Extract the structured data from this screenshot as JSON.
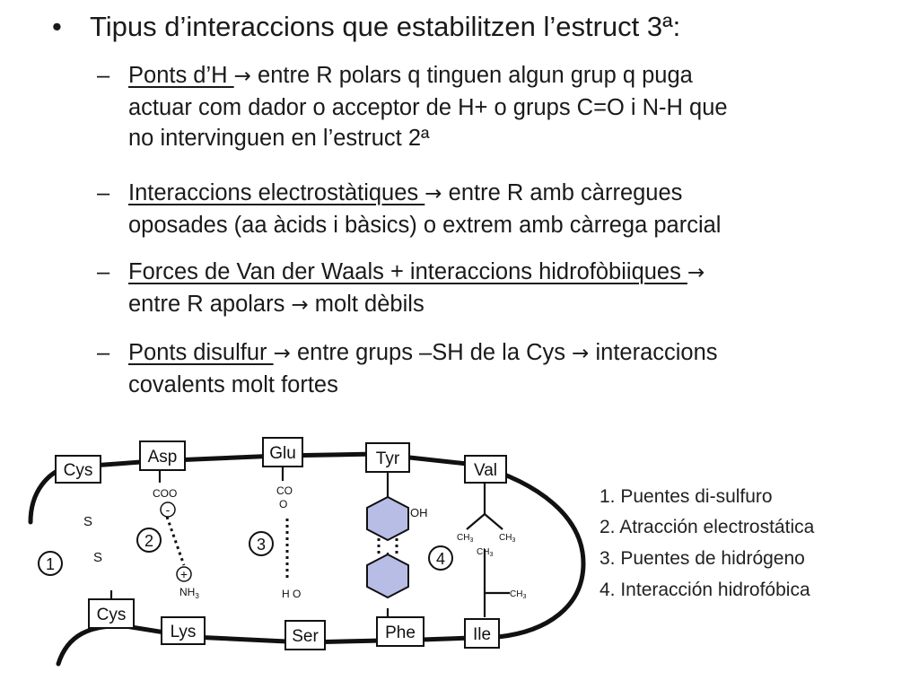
{
  "heading": "Tipus d’interaccions que estabilitzen l’estruct 3ª:",
  "bullet_glyph": "•",
  "dash_glyph": "–",
  "arrow_glyph": "→",
  "items": [
    {
      "term": "Ponts d’H ",
      "rest1": " entre R polars q tinguen algun grup q puga",
      "rest2": "actuar com dador o acceptor de H+ o grups C=O i N-H que",
      "rest3": "no intervinguen en l’estruct 2ª"
    },
    {
      "term": "Interaccions electrostàtiques ",
      "rest1": "  entre R amb càrregues",
      "rest2": "oposades (aa àcids i bàsics) o extrem amb càrrega parcial"
    },
    {
      "term": "Forces de Van der  Waals + interaccions hidrofòbiiques ",
      "rest2_pre": "entre R apolars ",
      "rest2_post": " molt dèbils"
    },
    {
      "term": "Ponts disulfur ",
      "rest1a": " entre grups –SH de la Cys ",
      "rest1b": " interaccions",
      "rest2": "covalents molt fortes"
    }
  ],
  "diagram": {
    "residues": {
      "cys_top": "Cys",
      "asp": "Asp",
      "glu": "Glu",
      "tyr": "Tyr",
      "val": "Val",
      "cys_bottom": "Cys",
      "lys": "Lys",
      "ser": "Ser",
      "phe": "Phe",
      "ile": "Ile"
    },
    "groups": {
      "s1": "S",
      "s2": "S",
      "coo": "COO",
      "minus": "-",
      "plus": "+",
      "nh": "NH",
      "nh_sub": "3",
      "co": "CO",
      "o_minus": "O",
      "ho": "H O",
      "oh": "OH",
      "ch3": "CH",
      "ch3_sub": "3"
    },
    "markers": [
      "1",
      "2",
      "3",
      "4"
    ],
    "legend": [
      "1. Puentes di-sulfuro",
      "2. Atracción electrostática",
      "3. Puentes de hidrógeno",
      "4. Interacción hidrofóbica"
    ]
  },
  "colors": {
    "ring_fill": "#b8bde6",
    "line": "#111111"
  }
}
